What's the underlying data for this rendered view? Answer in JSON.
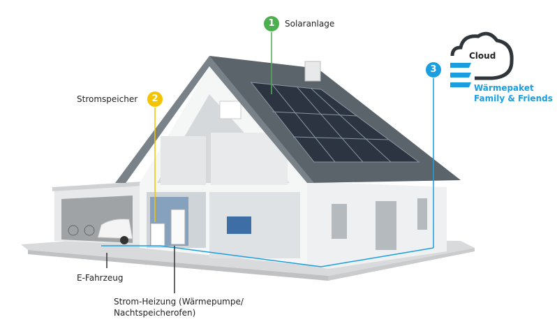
{
  "labels": {
    "solar": {
      "number": "1",
      "text": "Solaranlage",
      "color": "#4caf50"
    },
    "storage": {
      "number": "2",
      "text": "Stromspeicher",
      "color": "#f5c400"
    },
    "cloud": {
      "number": "3",
      "title": "Cloud",
      "line1": "Wärmepaket",
      "line2": "Family & Friends",
      "color": "#1a9ee0"
    },
    "vehicle": {
      "text": "E-Fahrzeug"
    },
    "heating": {
      "line1": "Strom-Heizung (Wärmepumpe/",
      "line2": "Nachtspeicherofen)"
    }
  }
}
